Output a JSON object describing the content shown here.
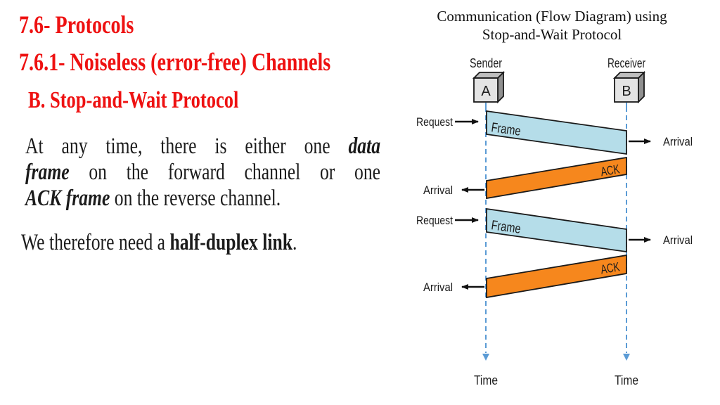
{
  "colors": {
    "heading_red": "#ee1111",
    "body_text": "#1b1b1b",
    "frame_fill": "#b5dde9",
    "ack_fill": "#f6871d",
    "arrival_pink": "#ed2d87",
    "timeline_blue": "#5b9bd5",
    "box_front": "#e4e4e4",
    "box_top": "#bfbfbf",
    "box_side": "#909090"
  },
  "left": {
    "heading1": "7.6- Protocols",
    "heading2": "7.6.1- Noiseless (error-free) Channels",
    "heading3": "B. Stop-and-Wait Protocol",
    "para1": {
      "l1a": "At any time, there is either one ",
      "l1b": "data",
      "l2a": "frame",
      "l2b": " on the forward channel or one",
      "l3a": "ACK frame",
      "l3b": " on the reverse channel."
    },
    "para2": {
      "a": "We therefore need a ",
      "b": "half-duplex link",
      "c": "."
    }
  },
  "diagram": {
    "title1": "Communication (Flow Diagram) using",
    "title2": "Stop-and-Wait Protocol",
    "sender": "Sender",
    "receiver": "Receiver",
    "node_a": "A",
    "node_b": "B",
    "request1": "Request",
    "request2": "Request",
    "frame1": "Frame",
    "frame2": "Frame",
    "ack1": "ACK",
    "ack2": "ACK",
    "arrival_right1": "Arrival",
    "arrival_right2": "Arrival",
    "arrival_left1": "Arrival",
    "arrival_left2": "Arrival",
    "time_sender": "Time",
    "time_receiver": "Time"
  }
}
